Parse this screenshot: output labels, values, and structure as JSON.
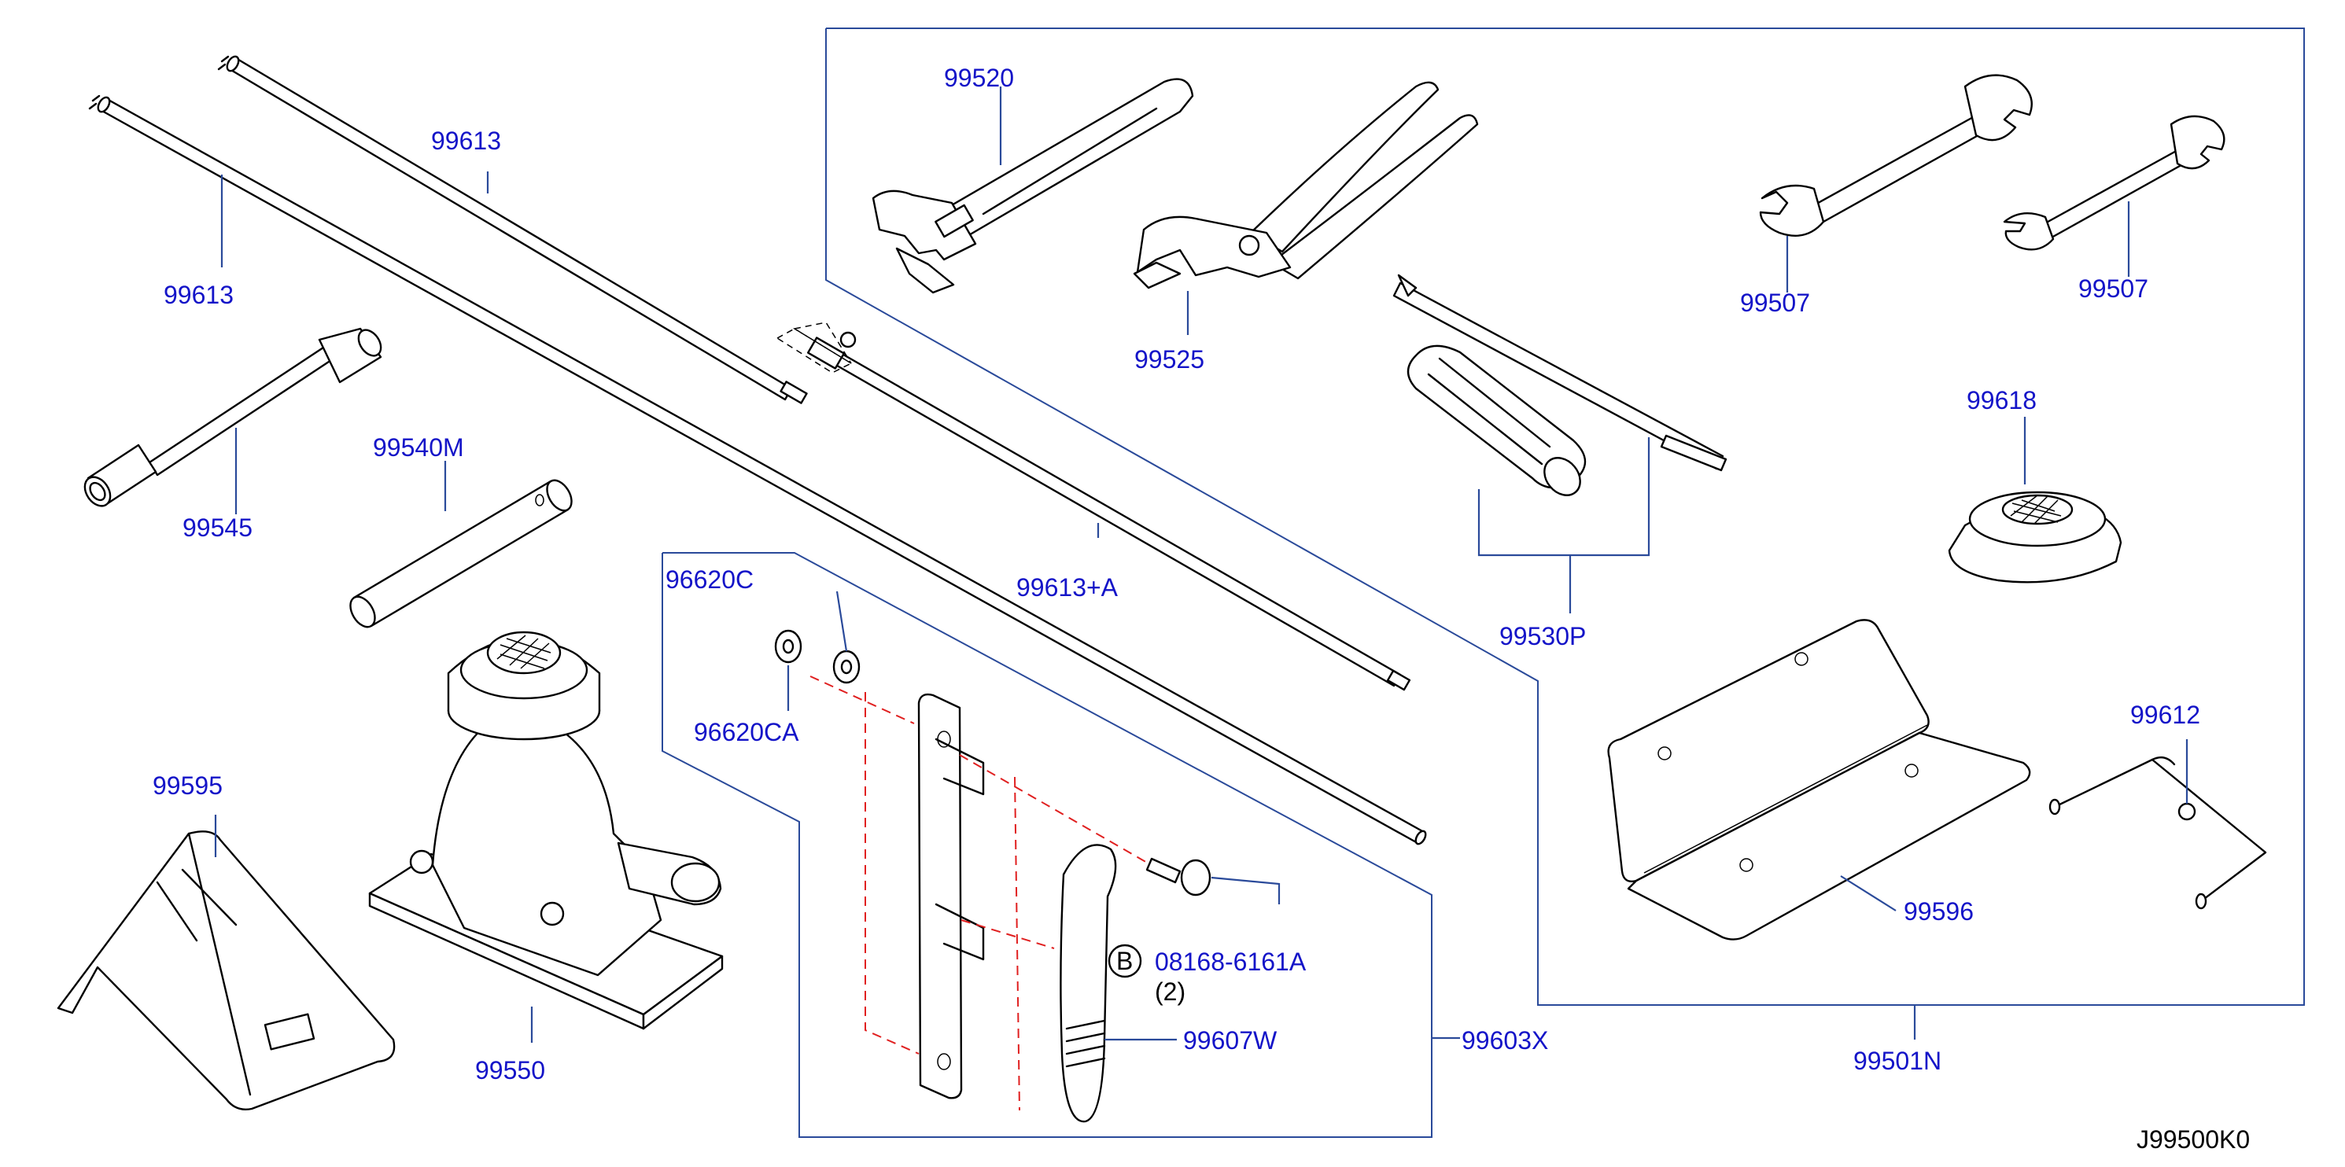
{
  "labels": {
    "rod_99613_upper": "99613",
    "rod_99613_left": "99613",
    "rod_assembly": "99613+A",
    "wrench_99520": "99520",
    "pliers_99525": "99525",
    "spanner_99507_a": "99507",
    "spanner_99507_b": "99507",
    "cap_99618": "99618",
    "screwdriver_99530P": "99530P",
    "box_wrench_99545": "99545",
    "bar_99540M": "99540M",
    "washer_96620C": "96620C",
    "washer_96620CA": "96620CA",
    "chock_99595": "99595",
    "jack_99550": "99550",
    "bolt_08168": "08168-6161A",
    "bolt_qty": "(2)",
    "bolt_circle_letter": "B",
    "handle_99607W": "99607W",
    "holder_99603X": "99603X",
    "mat_99596": "99596",
    "hook_99612": "99612",
    "kit_99501N": "99501N",
    "diagram_code": "J99500K0"
  }
}
